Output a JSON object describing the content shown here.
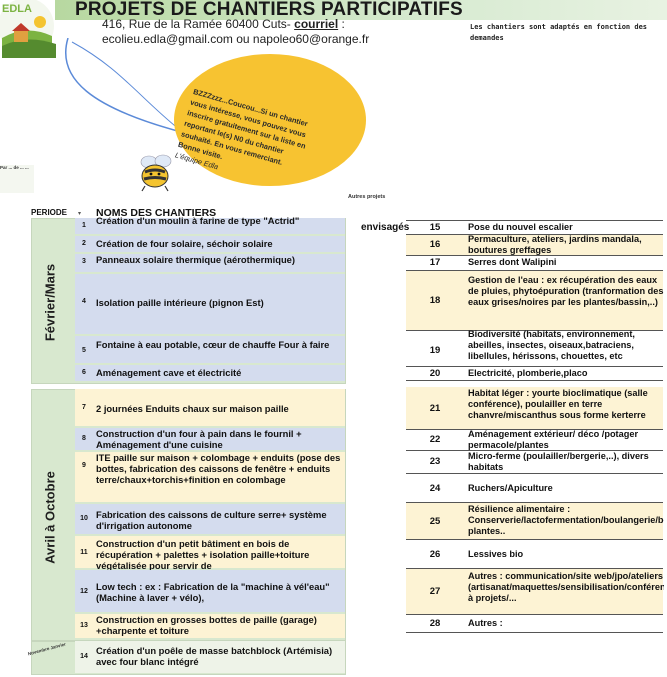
{
  "header": {
    "title": "PROJETS DE CHANTIERS PARTICIPATIFS",
    "address_line": "416, Rue de la Ramée 60400 Cuts-",
    "courriel_label": "courriel",
    "address_colon": " :",
    "emails": "ecolieu.edla@gmail.com ou napoleo60@orange.fr",
    "side_note": "Les chantiers sont adaptés en fonction des demandes",
    "logo_text": "EDLA",
    "colors": {
      "title_band": "#b7d8a0",
      "period_band": "#d8e8cf",
      "row_blue": "#d4dcee",
      "row_cream": "#fdf3d4",
      "bubble": "#f7c331"
    }
  },
  "bubble": {
    "lines": [
      "BZZZzzz...Coucou...Si un chantier",
      "vous intéresse, vous pouvez vous",
      "inscrire gratuitement sur la liste en",
      "reportant le(s) N0 du chantier",
      "souhaité. En vous remerciant.",
      "Bonne visite."
    ],
    "signature": "L'équipe Edla"
  },
  "small_note": "Par ... de ... ...",
  "table_header": {
    "period": "PERIODE",
    "arrow": "▾",
    "names": "NOMS DES CHANTIERS",
    "autres_projets": "Autres projets",
    "envisages": "envisagés"
  },
  "periods": [
    {
      "label": "Février/Mars"
    },
    {
      "label": "Avril à Octobre"
    },
    {
      "label": "Novembre Janvier"
    }
  ],
  "left_rows": [
    {
      "num": "1",
      "text": "Création d'un moulin à farine de type \"Actrid\""
    },
    {
      "num": "2",
      "text": "Création de four solaire, séchoir solaire"
    },
    {
      "num": "3",
      "text": "Panneaux solaire thermique (aérothermique)"
    },
    {
      "num": "4",
      "text": "Isolation paille intérieure (pignon Est)"
    },
    {
      "num": "5",
      "text": "Fontaine à eau potable, cœur de chauffe Four à faire"
    },
    {
      "num": "6",
      "text": "Aménagement cave et électricité"
    },
    {
      "num": "7",
      "text": "2 journées Enduits chaux sur maison paille"
    },
    {
      "num": "8",
      "text": "Construction d'un four à pain dans le fournil + Aménagement d'une cuisine"
    },
    {
      "num": "9",
      "text": "ITE paille sur maison + colombage + enduits (pose des bottes, fabrication des caissons de fenêtre + enduits terre/chaux+torchis+finition en colombage"
    },
    {
      "num": "10",
      "text": "Fabrication des caissons de culture serre+ système d'irrigation autonome"
    },
    {
      "num": "11",
      "text": "Construction d'un petit bâtiment en bois de récupération + palettes + isolation paille+toiture végétalisée pour servir de"
    },
    {
      "num": "12",
      "text": "Low tech : ex : Fabrication de la \"machine à vél'eau\" (Machine à laver + vélo),"
    },
    {
      "num": "13",
      "text": "Construction en grosses bottes de paille (garage) +charpente et toiture"
    },
    {
      "num": "14",
      "text": "Création d'un poêle de masse batchblock (Artémisia) avec four blanc intégré"
    }
  ],
  "right_rows": [
    {
      "num": "15",
      "text": "Pose du nouvel escalier"
    },
    {
      "num": "16",
      "text": "Permaculture, ateliers, jardins mandala, boutures greffages"
    },
    {
      "num": "17",
      "text": "Serres dont Walipini"
    },
    {
      "num": "18",
      "text": "Gestion de l'eau : ex récupération des eaux de pluies, phytoépuration (tranformation des eaux grises/noires par les plantes/bassin,..)"
    },
    {
      "num": "19",
      "text": "Biodiversité (habitats, environnement, abeilles, insectes, oiseaux,batraciens, libellules, hérissons, chouettes, etc"
    },
    {
      "num": "20",
      "text": "Electricité, plomberie,placo"
    },
    {
      "num": "21",
      "text": "Habitat léger : yourte bioclimatique (salle conférence), poulailler en terre chanvre/miscanthus sous forme kerterre"
    },
    {
      "num": "22",
      "text": "Aménagement extérieur/ déco /potager permacole/plantes"
    },
    {
      "num": "23",
      "text": "Micro-ferme (poulailler/bergerie,..), divers habitats"
    },
    {
      "num": "24",
      "text": "Ruchers/Apiculture"
    },
    {
      "num": "25",
      "text": "Résilience alimentaire : Conserverie/lactofermentation/boulangerie/boissons, plantes.."
    },
    {
      "num": "26",
      "text": "Lessives bio"
    },
    {
      "num": "27",
      "text": " Autres : communication/site web/jpo/ateliers (artisanat/maquettes/sensibilisation/conférences/webinaires/appel à projets/..."
    },
    {
      "num": "28",
      "text": " Autres :"
    }
  ],
  "bottom_tag": "Novembre Janvier"
}
